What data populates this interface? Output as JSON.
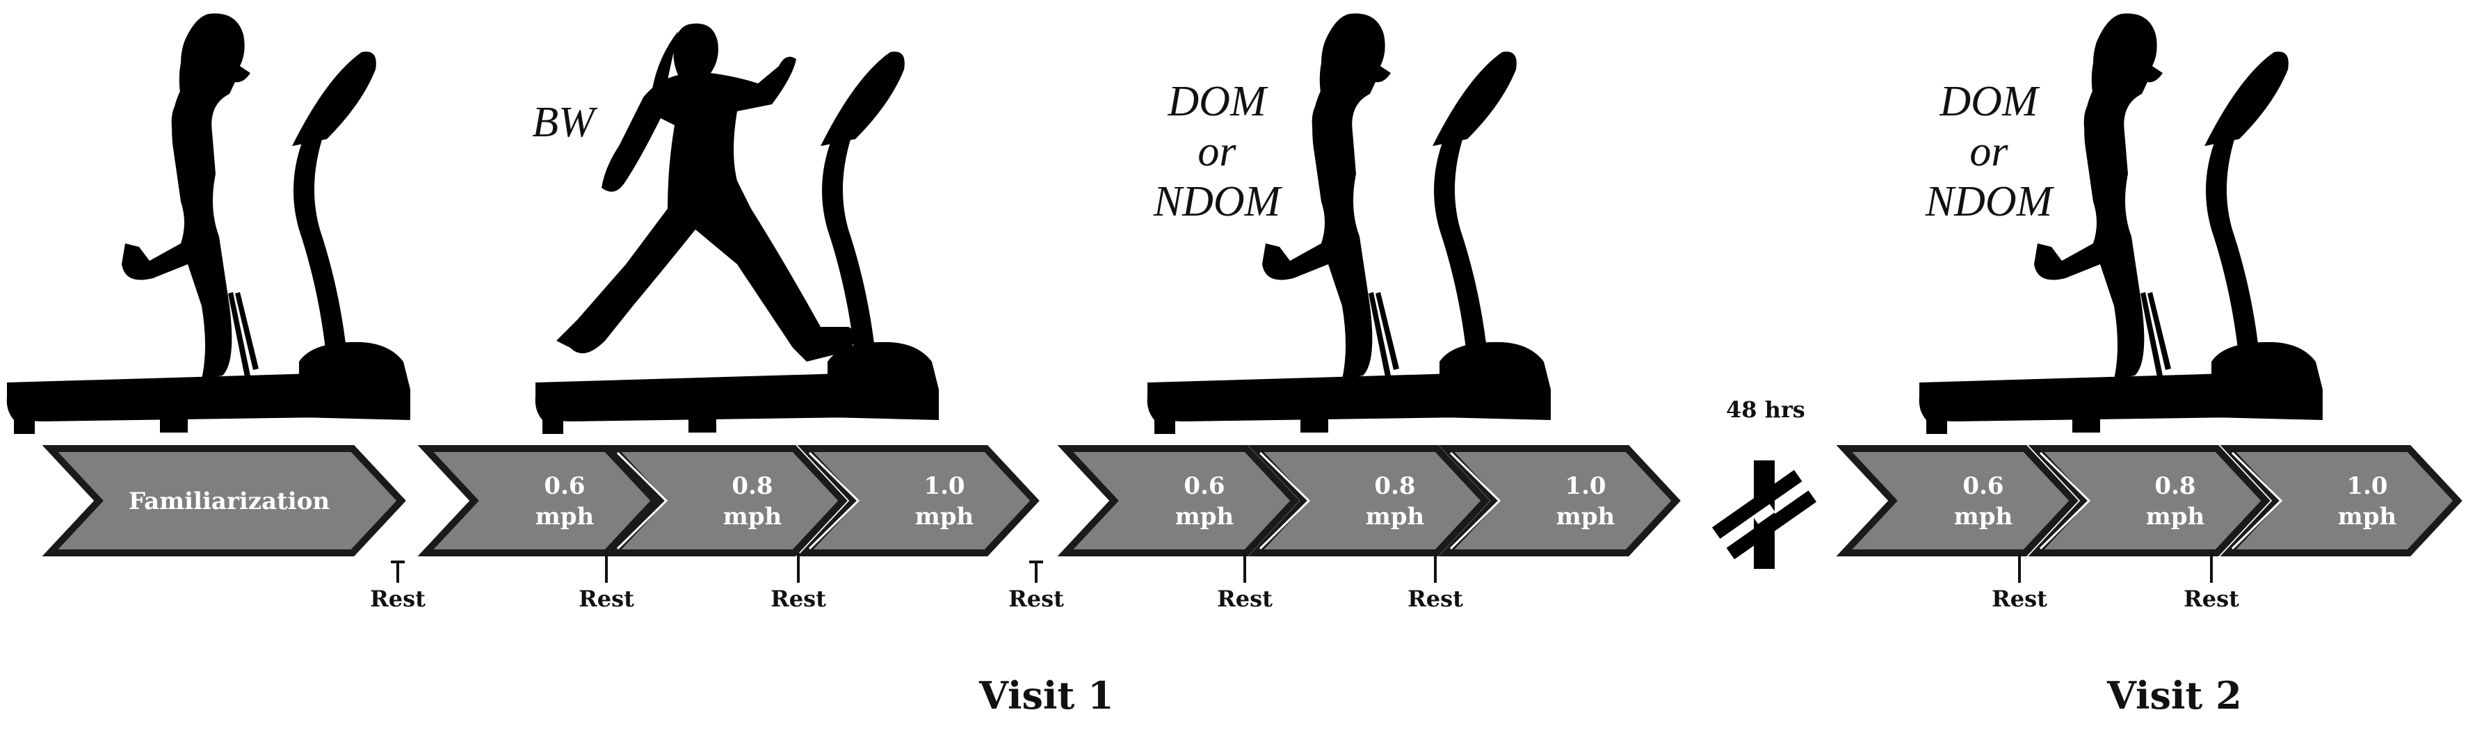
{
  "stages": [
    {
      "label": "Familiarization"
    },
    {
      "label": "0.6\nmph"
    },
    {
      "label": "0.8\nmph"
    },
    {
      "label": "1.0\nmph"
    },
    {
      "label": "0.6\nmph"
    },
    {
      "label": "0.8\nmph"
    },
    {
      "label": "1.0\nmph"
    },
    {
      "label": "0.6\nmph"
    },
    {
      "label": "0.8\nmph"
    },
    {
      "label": "1.0\nmph"
    }
  ],
  "rest_label": "Rest",
  "conditions": {
    "bw": "BW",
    "dom_line1": "DOM",
    "dom_line2": "or",
    "dom_line3": "NDOM"
  },
  "gap_label": "48 hrs",
  "visits": {
    "visit1": "Visit 1",
    "visit2": "Visit 2"
  },
  "colors": {
    "chevron_fill": "#7f7f7f",
    "chevron_border": "#1a1a1a",
    "label_text": "#ffffff",
    "silhouette": "#000000"
  }
}
